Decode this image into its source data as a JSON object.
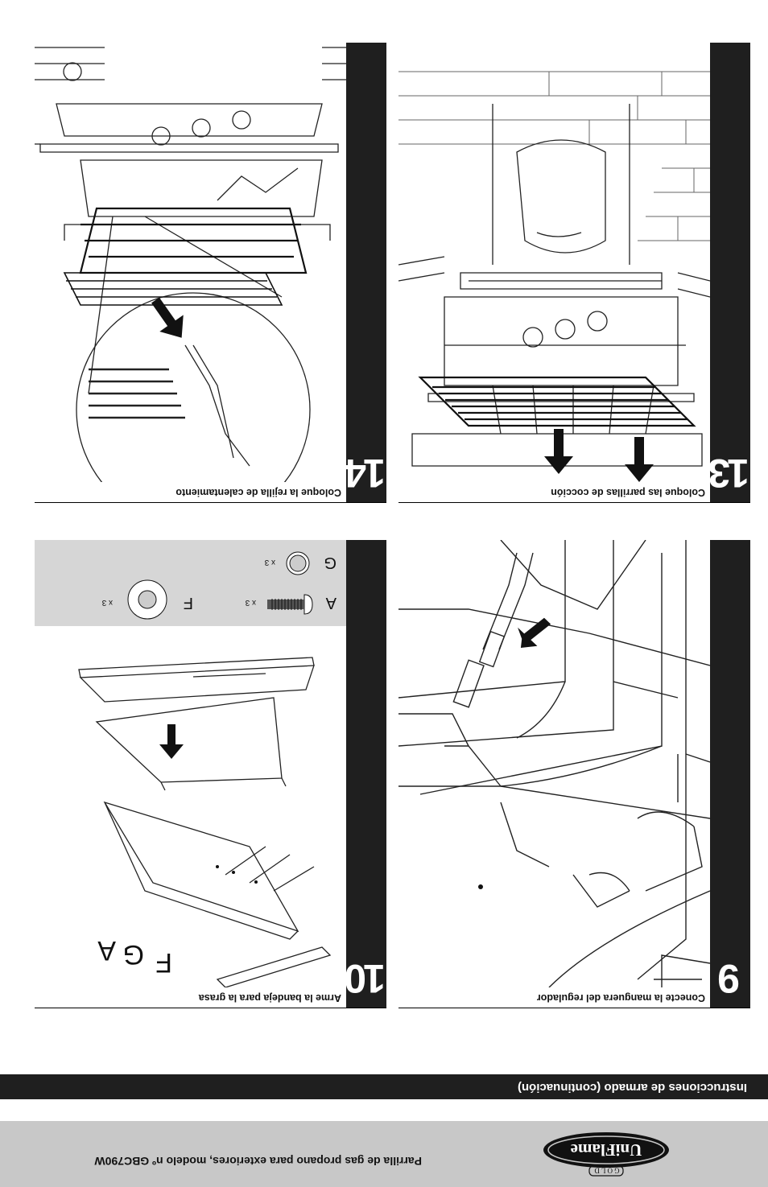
{
  "footer": {
    "text": "Parrilla de gas propano para exteriores, modelo nº GBC790W",
    "logo_brand": "UniFlame",
    "logo_sub": "GOLD"
  },
  "section_title": "Instrucciones de armado (continuación)",
  "steps": [
    {
      "number": "9",
      "caption": "Conecte la manguera del regulador"
    },
    {
      "number": "10",
      "caption": "Arme la bandeja para la grasa"
    },
    {
      "number": "13",
      "caption": "Coloque las parrillas de cocción"
    },
    {
      "number": "14",
      "caption": "Coloque la rejilla de calentamiento"
    }
  ],
  "parts": [
    {
      "letter": "A",
      "qty": "x 3"
    },
    {
      "letter": "F",
      "qty": "x 3"
    },
    {
      "letter": "G",
      "qty": "x 3"
    }
  ],
  "diagram_letters": [
    "F",
    "G",
    "A"
  ],
  "colors": {
    "bar": "#1f1f1f",
    "footer": "#c8c8c8",
    "parts_bg": "#d6d6d6"
  }
}
